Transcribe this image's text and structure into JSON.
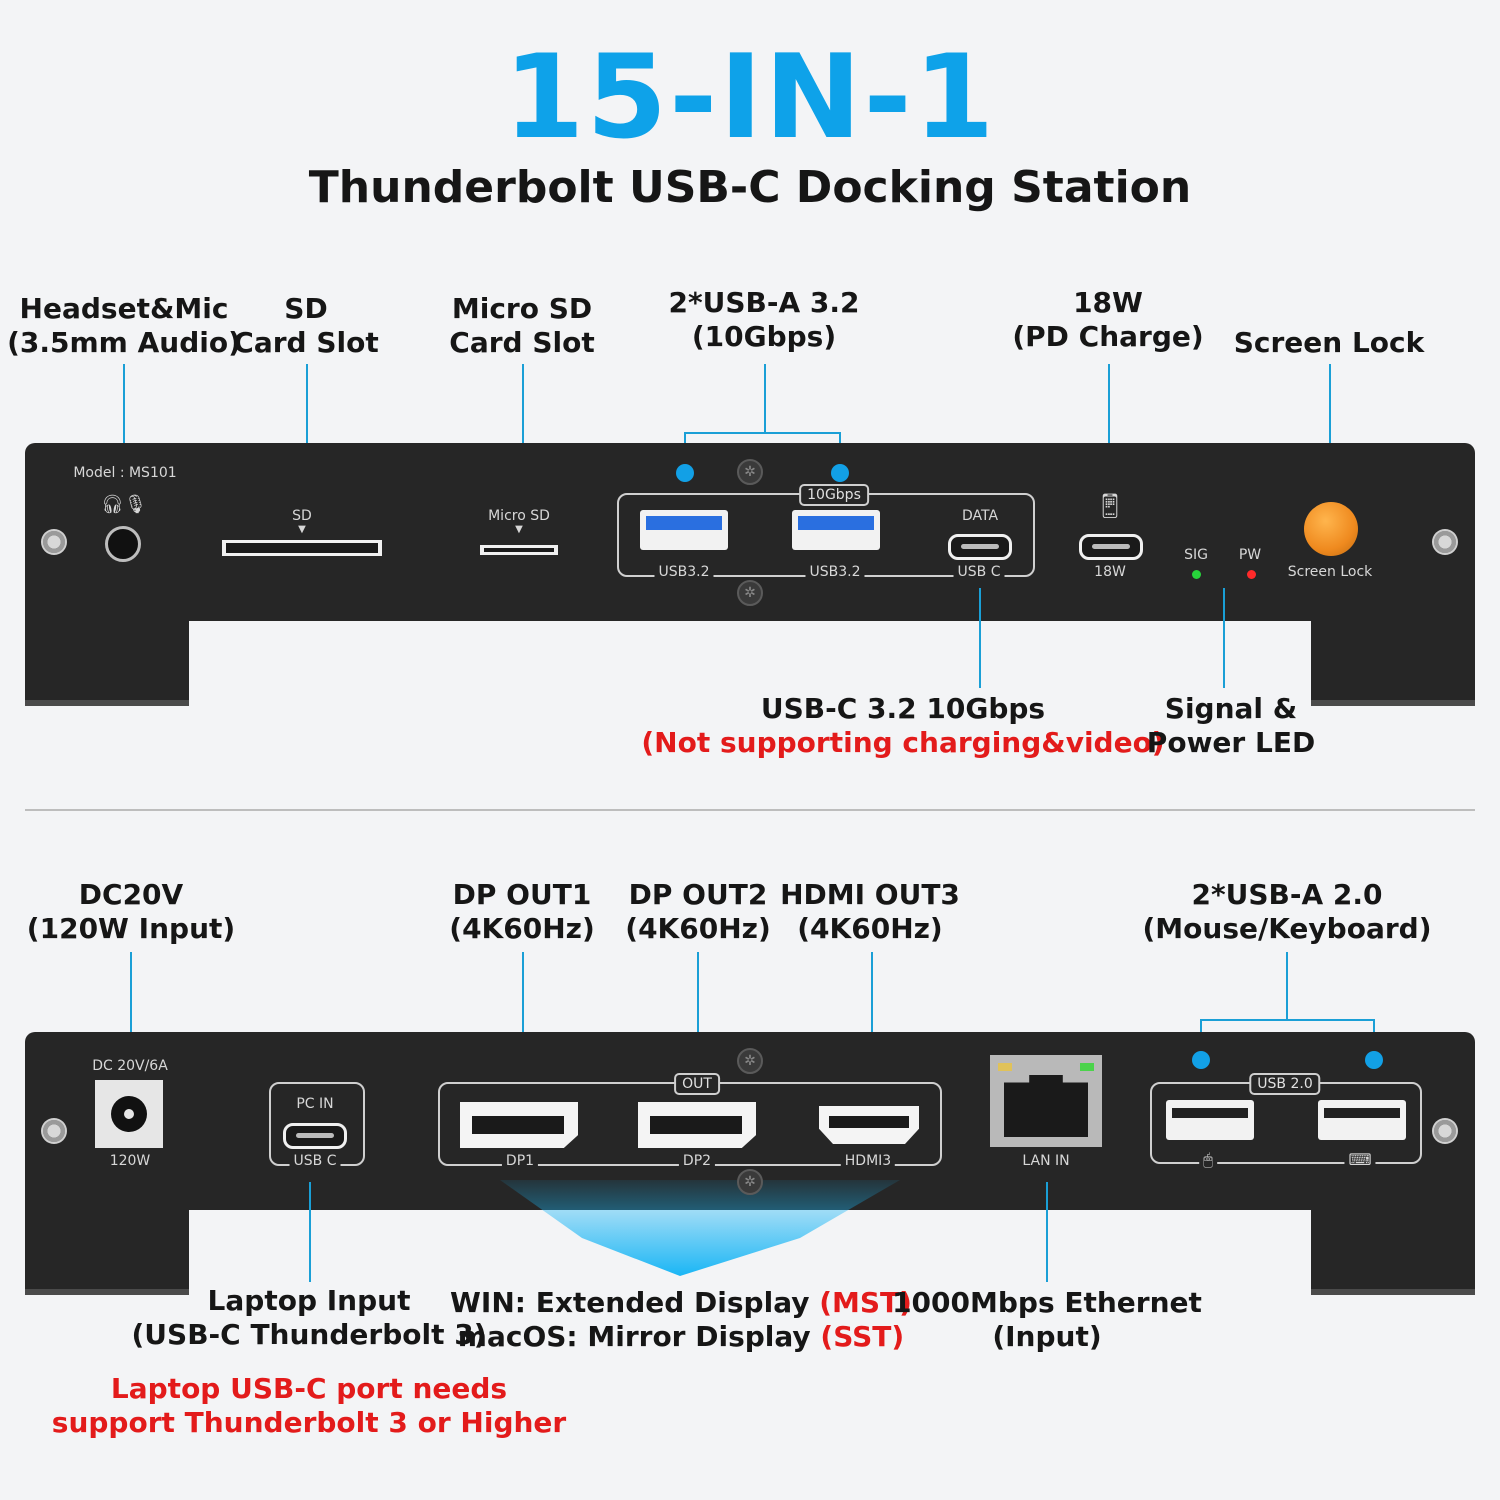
{
  "header": {
    "title": "15-IN-1",
    "subtitle": "Thunderbolt USB-C Docking Station"
  },
  "front": {
    "labels": {
      "audio": [
        "Headset&Mic",
        "(3.5mm Audio)"
      ],
      "sd": [
        "SD",
        "Card Slot"
      ],
      "microsd": [
        "Micro SD",
        "Card Slot"
      ],
      "usba32": [
        "2*USB-A 3.2",
        "(10Gbps)"
      ],
      "pd": [
        "18W",
        "(PD Charge)"
      ],
      "lock": [
        "Screen Lock"
      ],
      "usbc_data": "USB-C 3.2 10Gbps",
      "usbc_note": "(Not supporting charging&video)",
      "led": [
        "Signal &",
        "Power LED"
      ]
    },
    "panel_text": {
      "model": "Model : MS101",
      "sd": "SD",
      "microsd": "Micro SD",
      "gbps_tag": "10Gbps",
      "data": "DATA",
      "usb32_a": "USB3.2",
      "usb32_b": "USB3.2",
      "usbc": "USB C",
      "w18": "18W",
      "sig": "SIG",
      "pw": "PW",
      "lock": "Screen Lock"
    },
    "colors": {
      "lock_button": "#ef8a1f",
      "sig_led": "#27d33b",
      "pw_led": "#ff2a2a"
    }
  },
  "back": {
    "labels": {
      "dc": [
        "DC20V",
        "(120W Input)"
      ],
      "dp1": [
        "DP OUT1",
        "(4K60Hz)"
      ],
      "dp2": [
        "DP OUT2",
        "(4K60Hz)"
      ],
      "hdmi": [
        "HDMI OUT3",
        "(4K60Hz)"
      ],
      "usba20": [
        "2*USB-A 2.0",
        "(Mouse/Keyboard)"
      ],
      "laptop": [
        "Laptop Input",
        "(USB-C Thunderbolt 3)"
      ],
      "laptop_note": [
        "Laptop USB-C port needs",
        "support Thunderbolt 3 or Higher"
      ],
      "win_prefix": "WIN: Extended Display ",
      "win_mode": "(MST)",
      "mac_prefix": "macOS: Mirror Display ",
      "mac_mode": "(SST)",
      "ethernet": [
        "1000Mbps Ethernet",
        "(Input)"
      ]
    },
    "panel_text": {
      "dc": "DC 20V/6A",
      "w120": "120W",
      "pcin": "PC IN",
      "usbc": "USB C",
      "out_tag": "OUT",
      "dp1": "DP1",
      "dp2": "DP2",
      "hdmi3": "HDMI3",
      "lan": "LAN IN",
      "usb20_tag": "USB 2.0"
    },
    "colors": {
      "arrow": "#1ab6f5"
    }
  }
}
